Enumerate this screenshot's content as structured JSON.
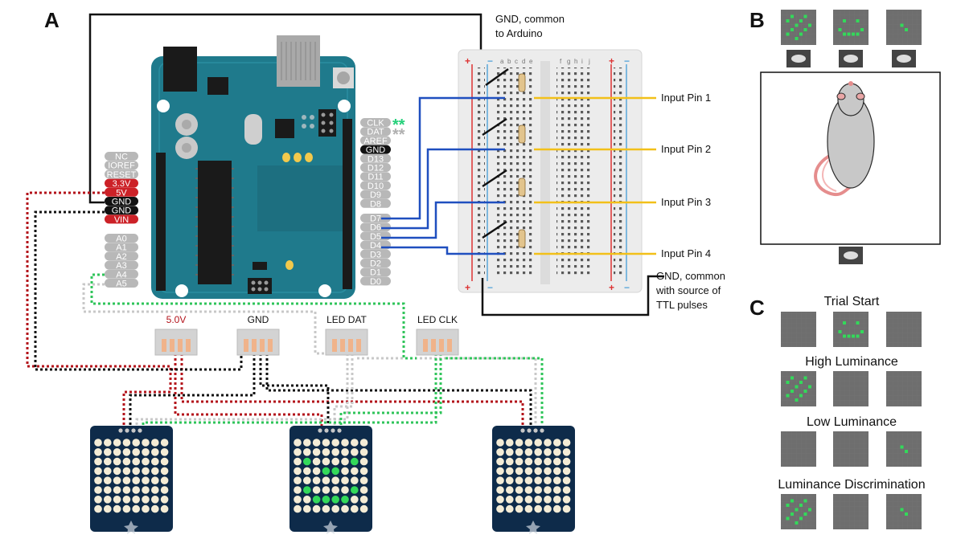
{
  "panel_labels": {
    "a": "A",
    "b": "B",
    "c": "C"
  },
  "annotations": {
    "gnd_arduino_1": "GND, common",
    "gnd_arduino_2": "to Arduino",
    "gnd_ttl_1": "GND, common",
    "gnd_ttl_2": "with source of",
    "gnd_ttl_3": "TTL pulses"
  },
  "input_pins": [
    "Input Pin 1",
    "Input Pin 2",
    "Input Pin 3",
    "Input Pin 4"
  ],
  "arduino_pins_left": [
    {
      "label": "NC",
      "style": "gray"
    },
    {
      "label": "IOREF",
      "style": "gray"
    },
    {
      "label": "RESET",
      "style": "gray"
    },
    {
      "label": "3.3V",
      "style": "red"
    },
    {
      "label": "5V",
      "style": "red"
    },
    {
      "label": "GND",
      "style": "black"
    },
    {
      "label": "GND",
      "style": "black"
    },
    {
      "label": "VIN",
      "style": "red"
    }
  ],
  "arduino_analog_pins": [
    "A0",
    "A1",
    "A2",
    "A3",
    "A4",
    "A5"
  ],
  "arduino_pins_right": [
    {
      "label": "CLK",
      "style": "gray"
    },
    {
      "label": "DAT",
      "style": "gray"
    },
    {
      "label": "AREF",
      "style": "gray"
    },
    {
      "label": "GND",
      "style": "black"
    },
    {
      "label": "D13",
      "style": "gray"
    },
    {
      "label": "D12",
      "style": "gray"
    },
    {
      "label": "D11",
      "style": "gray"
    },
    {
      "label": "D10",
      "style": "gray"
    },
    {
      "label": "D9",
      "style": "gray"
    },
    {
      "label": "D8",
      "style": "gray"
    }
  ],
  "arduino_digital_pins": [
    "D7",
    "D6",
    "D5",
    "D4",
    "D3",
    "D2",
    "D1",
    "D0"
  ],
  "clk_marker": "**",
  "dat_marker": "**",
  "connectors": [
    "5.0V",
    "GND",
    "LED DAT",
    "LED CLK"
  ],
  "breadboard": {
    "col_letters_left": [
      "a",
      "b",
      "c",
      "d",
      "e"
    ],
    "col_letters_right": [
      "f",
      "g",
      "h",
      "i",
      "j"
    ],
    "plus": "+",
    "minus": "−"
  },
  "section_c": {
    "trial_start": "Trial Start",
    "high_luminance": "High Luminance",
    "low_luminance": "Low Luminance",
    "luminance_discrimination": "Luminance Discrimination"
  },
  "colors": {
    "arduino_board": "#1f7a8c",
    "pin_gray": "#b8b8b8",
    "pin_red": "#cc2127",
    "pin_black": "#111111",
    "wire_blue": "#1f4fbf",
    "wire_yellow": "#f2c019",
    "wire_red_dotted": "#b3121a",
    "wire_green_dotted": "#2fc45a",
    "wire_gray_dotted": "#c8c8c8",
    "led_green": "#33d95a",
    "panel_gray": "#6e6e6e",
    "matrix_bg": "#0e2b4a",
    "accent_green": "#25d07a"
  }
}
